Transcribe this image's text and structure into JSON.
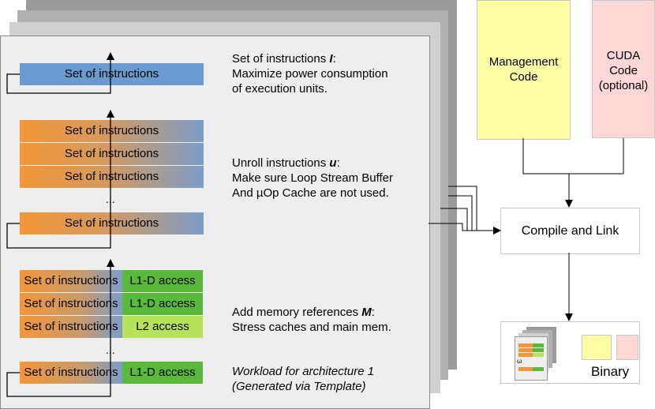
{
  "block1": {
    "bar_label": "Set of instructions",
    "desc_line1": "Set of instructions ",
    "desc_var": "I",
    "desc_colon": ":",
    "desc_line2": "Maximize power consumption",
    "desc_line3": "of execution units."
  },
  "block2": {
    "bar_labels": [
      "Set of instructions",
      "Set of instructions",
      "Set of instructions",
      "Set of instructions"
    ],
    "ellipsis": "...",
    "desc_line1": "Unroll instructions ",
    "desc_var": "u",
    "desc_colon": ":",
    "desc_line2": "Make sure Loop Stream Buffer",
    "desc_line3": "And µOp Cache are not used."
  },
  "block3": {
    "rows": [
      {
        "instr": "Set of instructions",
        "access": "L1-D access",
        "access_color": "#58b93a"
      },
      {
        "instr": "Set of instructions",
        "access": "L1-D access",
        "access_color": "#58b93a"
      },
      {
        "instr": "Set of instructions",
        "access": "L2 access",
        "access_color": "#b6e35a"
      },
      {
        "instr": "Set of instructions",
        "access": "L1-D access",
        "access_color": "#58b93a"
      }
    ],
    "ellipsis": "...",
    "desc_line1": "Add memory references ",
    "desc_var": "M",
    "desc_colon": ":",
    "desc_line2": "Stress caches and main mem."
  },
  "workload": {
    "line1": "Workload for architecture 1",
    "line2": "(Generated via Template)"
  },
  "management": {
    "line1": "Management",
    "line2": "Code",
    "color": "#ffffa6"
  },
  "cuda": {
    "line1": "CUDA",
    "line2": "Code",
    "line3": "(optional)",
    "color": "#ffd7d7"
  },
  "compile": {
    "label": "Compile and Link"
  },
  "binary": {
    "label": "Binary",
    "icon_glyph": "ω"
  }
}
